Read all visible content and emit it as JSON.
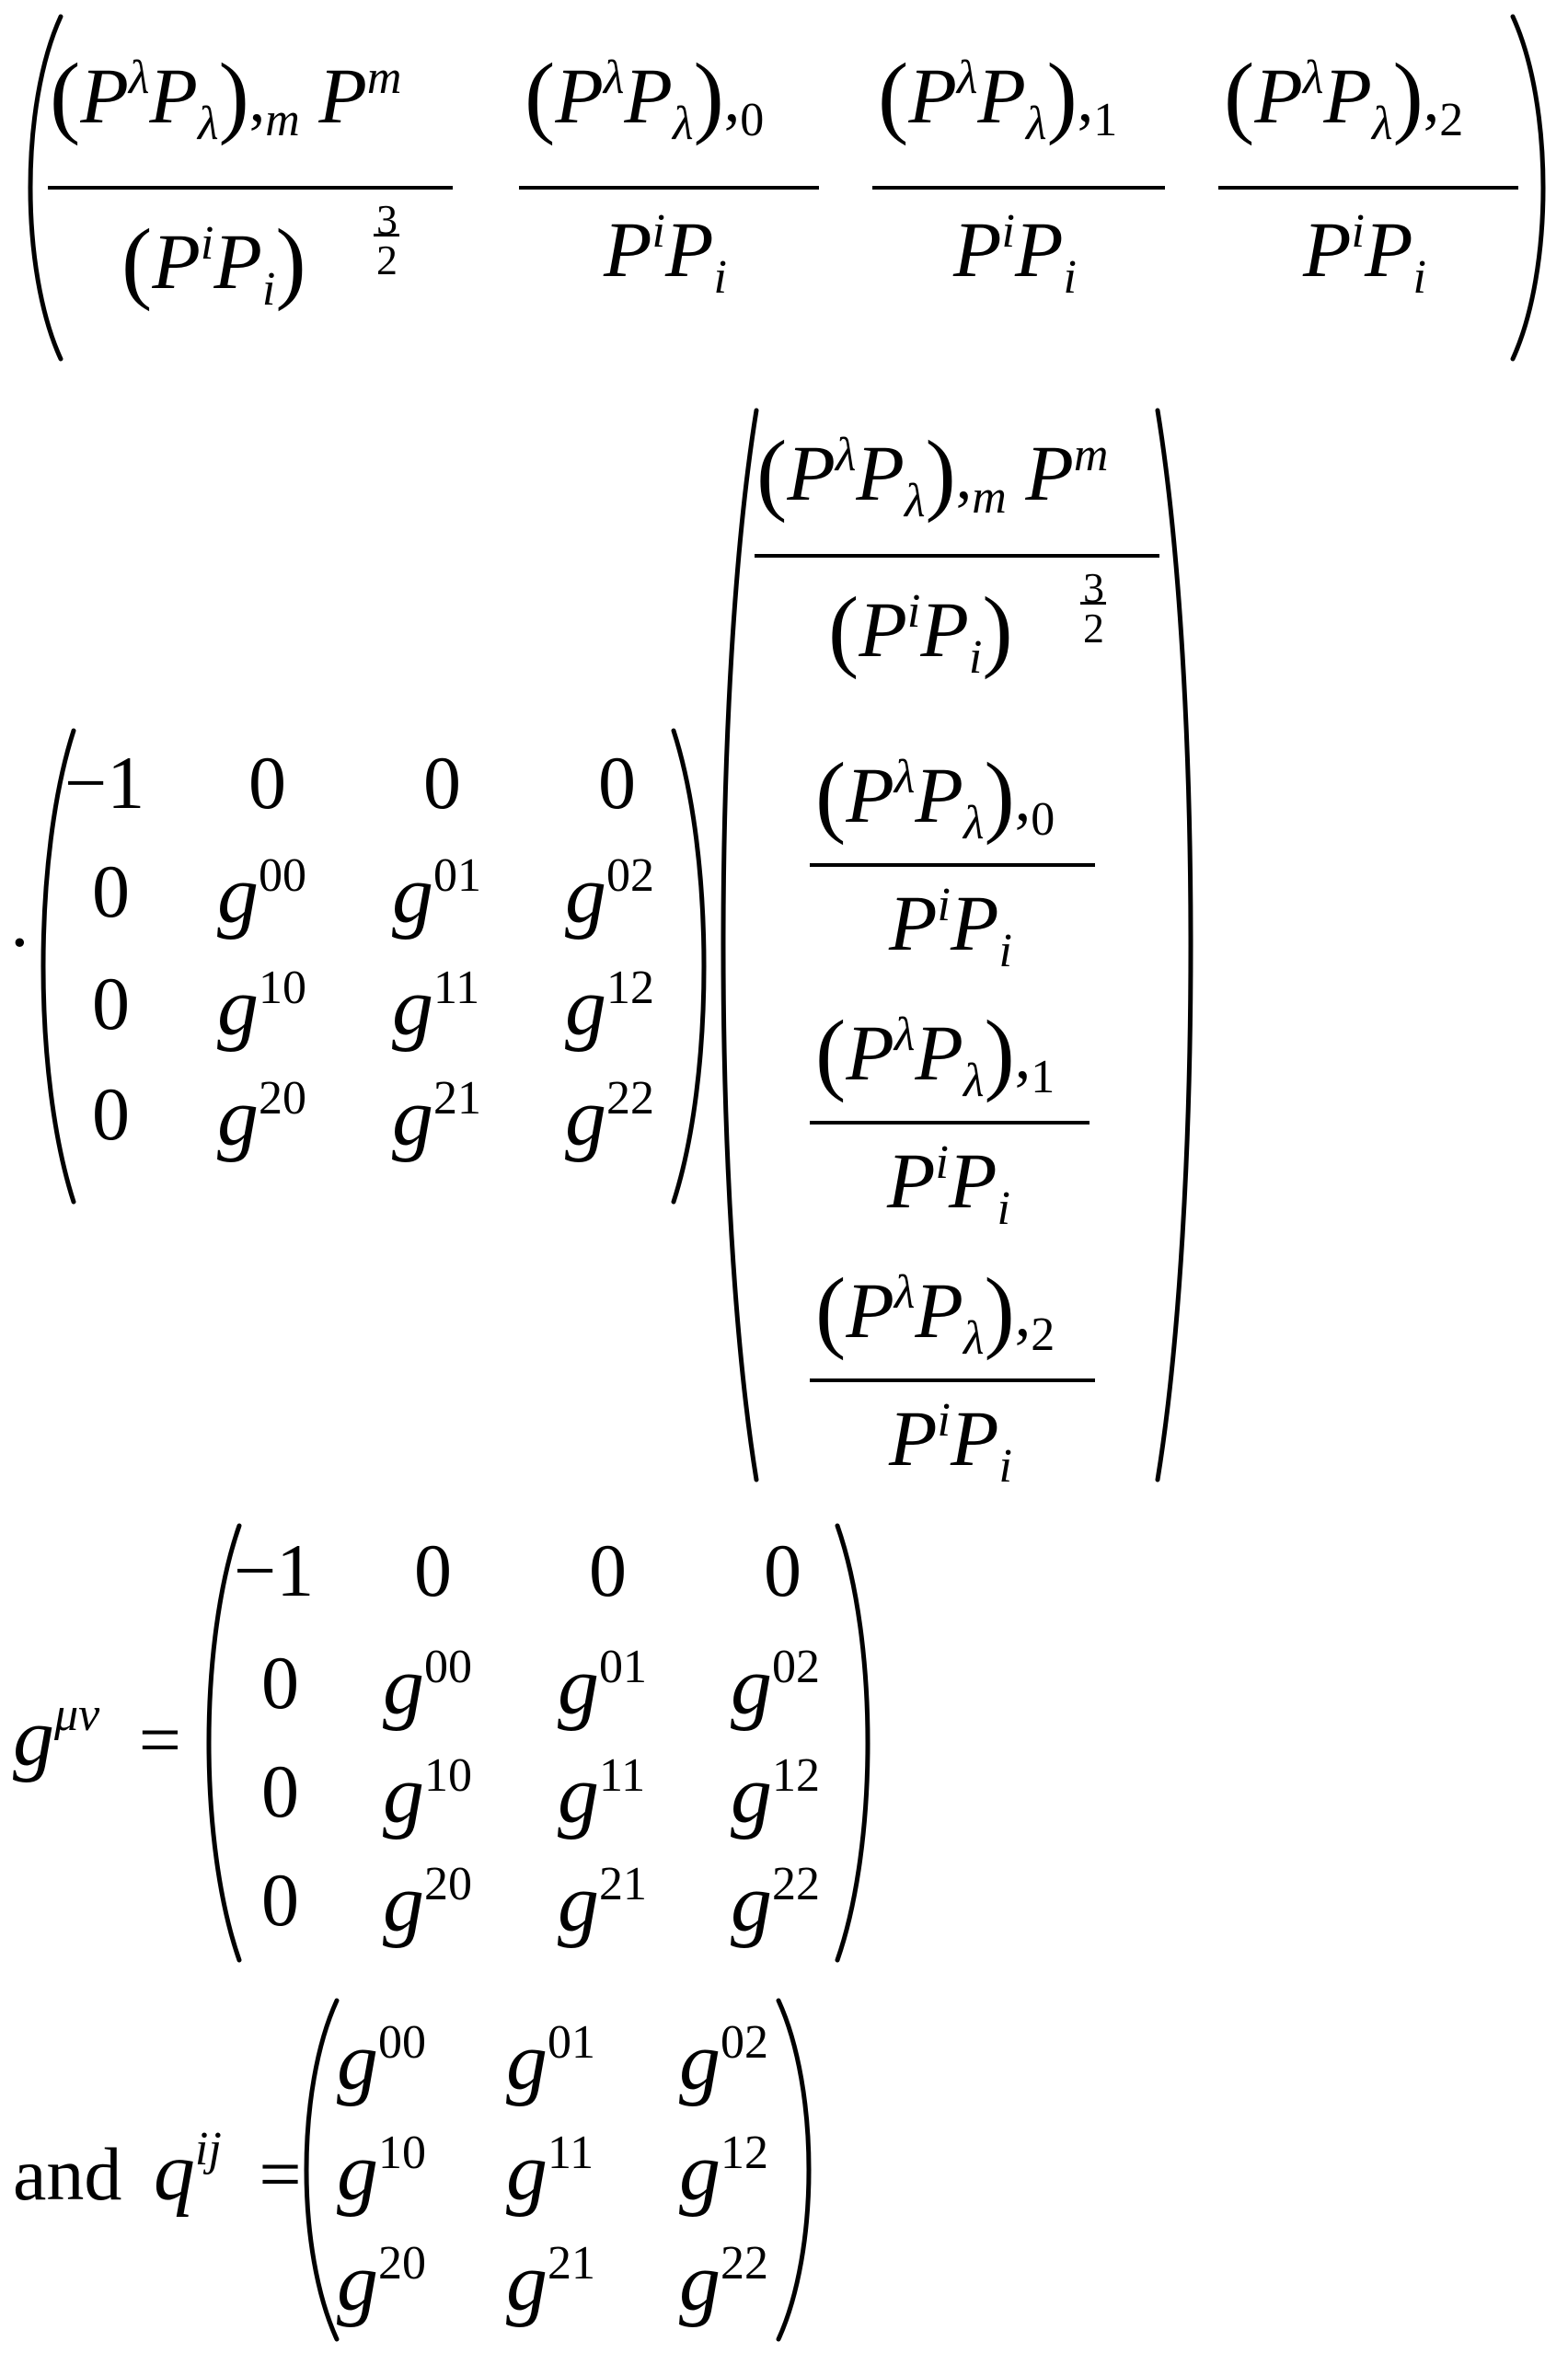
{
  "row_vector": {
    "elements": [
      {
        "num": "(P^λ P_λ),_m P^m",
        "den": "(P^i P_i)^(3/2)"
      },
      {
        "num": "(P^λ P_λ),_0",
        "den": "P^i P_i"
      },
      {
        "num": "(P^λ P_λ),_1",
        "den": "P^i P_i"
      },
      {
        "num": "(P^λ P_λ),_2",
        "den": "P^i P_i"
      }
    ]
  },
  "symbols": {
    "P": "P",
    "lambda": "λ",
    "i": "i",
    "m": "m",
    "comma": ",",
    "exp_num": "3",
    "exp_den": "2",
    "dot": "·",
    "minus_one": "−1",
    "zero": "0",
    "g": "g",
    "equals": "=",
    "mu_nu": "μν",
    "and": "and",
    "q": "q",
    "ij": "ij"
  },
  "matrix_4x4": {
    "rows": [
      [
        "−1",
        "0",
        "0",
        "0"
      ],
      [
        "0",
        "g^00",
        "g^01",
        "g^02"
      ],
      [
        "0",
        "g^10",
        "g^11",
        "g^12"
      ],
      [
        "0",
        "g^20",
        "g^21",
        "g^22"
      ]
    ],
    "superscripts": [
      [
        "",
        "",
        "",
        ""
      ],
      [
        "",
        "00",
        "01",
        "02"
      ],
      [
        "",
        "10",
        "11",
        "12"
      ],
      [
        "",
        "20",
        "21",
        "22"
      ]
    ]
  },
  "matrix_3x3": {
    "superscripts": [
      [
        "00",
        "01",
        "02"
      ],
      [
        "10",
        "11",
        "12"
      ],
      [
        "20",
        "21",
        "22"
      ]
    ]
  },
  "lhs_g": {
    "symbol": "g",
    "superscript": "μν",
    "equals": "="
  },
  "lhs_q": {
    "prefix": "and",
    "symbol": "q",
    "superscript": "ij",
    "equals": "="
  },
  "subscripts": {
    "m": "m",
    "zero": "0",
    "one": "1",
    "two": "2"
  }
}
